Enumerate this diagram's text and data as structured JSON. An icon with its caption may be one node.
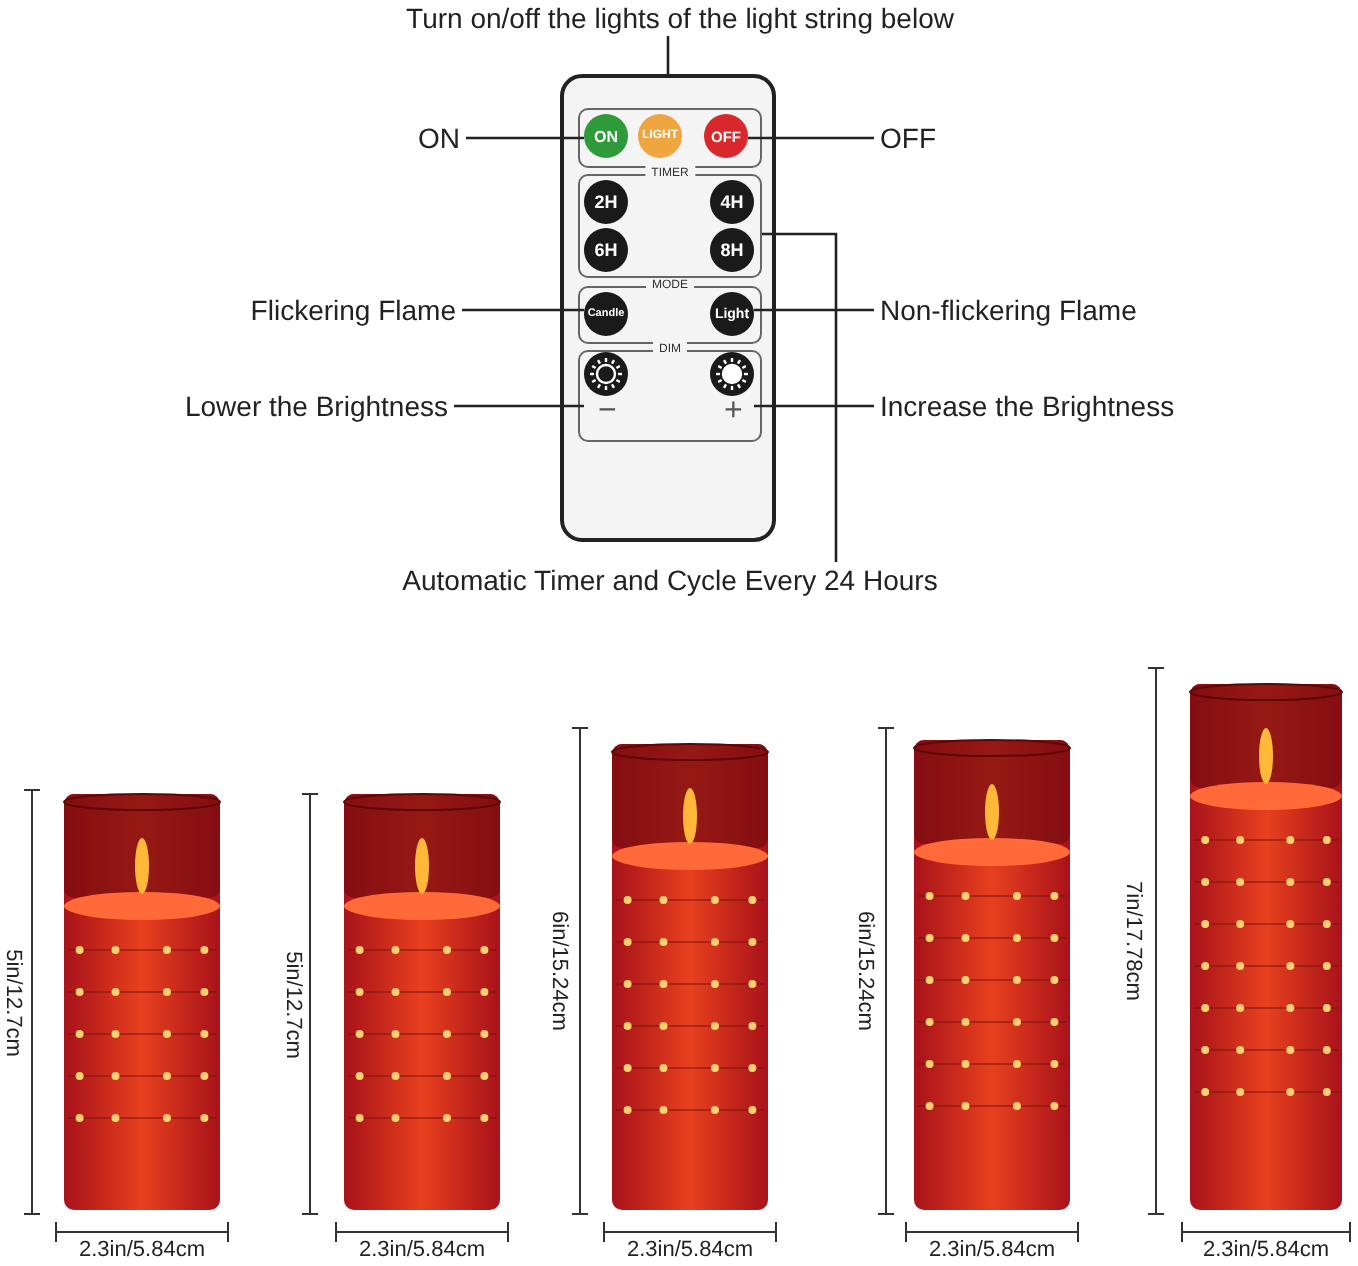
{
  "diagram": {
    "nodes": [
      {
        "text": [
          "Turn on/off the lights of the light string below"
        ]
      },
      {
        "text": [],
        "shape": "box"
      },
      {
        "text": [],
        "shape": "box",
        "in": 1
      },
      {
        "text": [
          "ON"
        ],
        "in": 2
      },
      {
        "text": [
          "LIGHT"
        ],
        "in": 2
      },
      {
        "text": [
          "OFF"
        ],
        "in": 2
      },
      {
        "text": [
          "TIMER"
        ],
        "in": 1
      },
      {
        "text": [
          "2H"
        ],
        "in": 6
      },
      {
        "text": [
          "4H"
        ],
        "in": 6
      },
      {
        "text": [
          "6H"
        ],
        "in": 6
      },
      {
        "text": [
          "8H"
        ],
        "in": 6
      },
      {
        "text": [
          "MODE"
        ],
        "in": 1
      },
      {
        "text": [
          "Candle"
        ],
        "in": 11
      },
      {
        "text": [
          "Light"
        ],
        "in": 11
      },
      {
        "text": [
          "DIM"
        ],
        "in": 1
      },
      {
        "text": [],
        "shape": "circle",
        "in": 14,
        "beside": [
          "−"
        ]
      },
      {
        "text": [],
        "shape": "circle",
        "in": 14,
        "beside": [
          "+"
        ]
      },
      {
        "text": [
          "ON"
        ]
      },
      {
        "text": [
          "OFF"
        ]
      },
      {
        "text": [
          "Flickering Flame"
        ]
      },
      {
        "text": [
          "Non-flickering Flame"
        ]
      },
      {
        "text": [
          "Lower the Brightness"
        ]
      },
      {
        "text": [
          "Increase the Brightness"
        ]
      },
      {
        "text": [
          "Automatic Timer and Cycle Every 24 Hours"
        ]
      }
    ],
    "edges": [
      {
        "from": 0,
        "to": 1,
        "arrow": "none"
      },
      {
        "from": 17,
        "to": 3,
        "arrow": "none"
      },
      {
        "from": 5,
        "to": 18,
        "arrow": "none"
      },
      {
        "from": 19,
        "to": 12,
        "arrow": "none"
      },
      {
        "from": 13,
        "to": 20,
        "arrow": "none"
      },
      {
        "from": 21,
        "to": 15,
        "arrow": "none"
      },
      {
        "from": 16,
        "to": 22,
        "arrow": "none"
      },
      {
        "from": 6,
        "to": 23,
        "arrow": "none"
      }
    ],
    "labels": [
      "5in/12.7cm",
      "2.3in/5.84cm",
      "5in/12.7cm",
      "2.3in/5.84cm",
      "6in/15.24cm",
      "2.3in/5.84cm",
      "6in/15.24cm",
      "2.3in/5.84cm",
      "7in/17.78cm",
      "2.3in/5.84cm"
    ]
  }
}
